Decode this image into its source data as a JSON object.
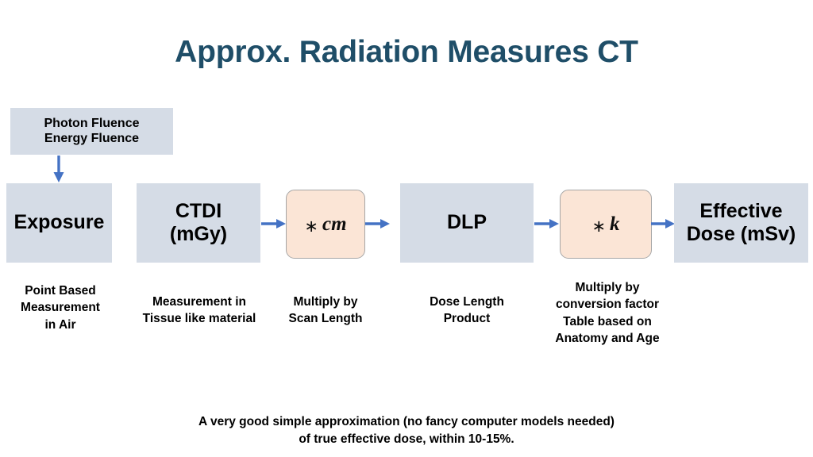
{
  "title": "Approx. Radiation Measures CT",
  "colors": {
    "title": "#1f4e68",
    "box_fill": "#d5dce6",
    "operator_fill": "#fbe5d6",
    "operator_border": "#a6a6a6",
    "arrow": "#4472c4",
    "text": "#000000",
    "background": "#ffffff"
  },
  "source_box": {
    "label": "Photon Fluence\nEnergy Fluence"
  },
  "flow": [
    {
      "id": "exposure",
      "label": "Exposure",
      "caption": "Point Based\nMeasurement\nin Air",
      "kind": "quantity"
    },
    {
      "id": "ctdi",
      "label": "CTDI\n(mGy)",
      "caption": "Measurement in\nTissue like material",
      "kind": "quantity"
    },
    {
      "id": "multiply-cm",
      "star": "∗",
      "label": "cm",
      "caption": "Multiply by\nScan Length",
      "kind": "operator"
    },
    {
      "id": "dlp",
      "label": "DLP",
      "caption": "Dose Length\nProduct",
      "kind": "quantity"
    },
    {
      "id": "multiply-k",
      "star": "∗",
      "label": "k",
      "caption": "Multiply by\nconversion factor\nTable based on\nAnatomy and Age",
      "kind": "operator"
    },
    {
      "id": "effective-dose",
      "label": "Effective\nDose (mSv)",
      "caption": "",
      "kind": "quantity"
    }
  ],
  "footer": "A very good simple approximation (no fancy computer models needed)\nof true effective dose, within 10-15%."
}
